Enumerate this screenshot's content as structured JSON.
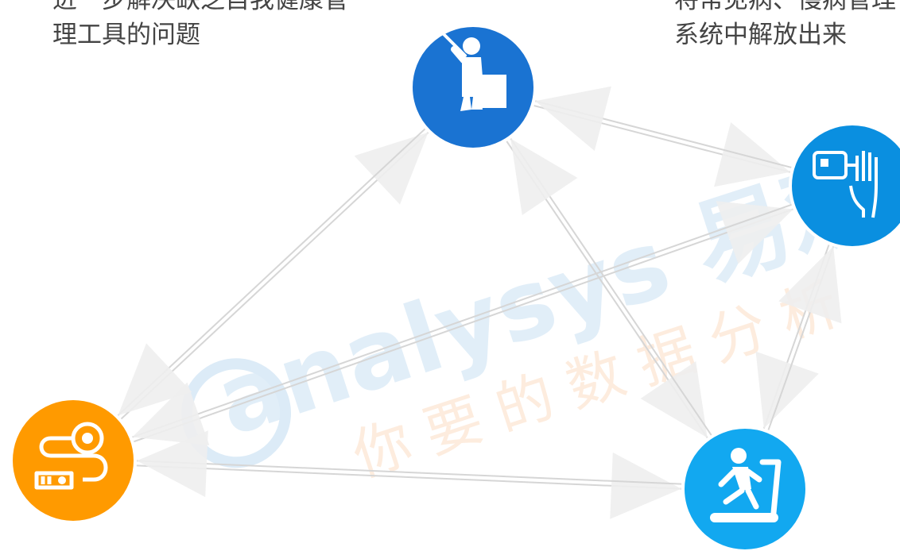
{
  "captions": {
    "left_line1": "进一步解决缺乏自我健康管",
    "left_line2": "理工具的问题",
    "right_line1": "将常见病、慢病管理",
    "right_line2": "系统中解放出来"
  },
  "watermark": {
    "brand": "analysys 易观",
    "slogan": "你要的数据分析"
  },
  "nodes": [
    {
      "id": "doctor",
      "icon": "doctor-teaching-icon",
      "color": "#1a73d2"
    },
    {
      "id": "device",
      "icon": "handheld-device-icon",
      "color": "#0a8fe0"
    },
    {
      "id": "wearable",
      "icon": "wearable-sensor-icon",
      "color": "#ff9a00"
    },
    {
      "id": "treadmill",
      "icon": "treadmill-icon",
      "color": "#12a8f0"
    }
  ],
  "colors": {
    "arrow_fill": "#eeeeee",
    "line": "#d6d6d6",
    "caption_text": "#444444",
    "watermark_blue": "#dcebf7",
    "watermark_orange": "#fde9d8"
  }
}
